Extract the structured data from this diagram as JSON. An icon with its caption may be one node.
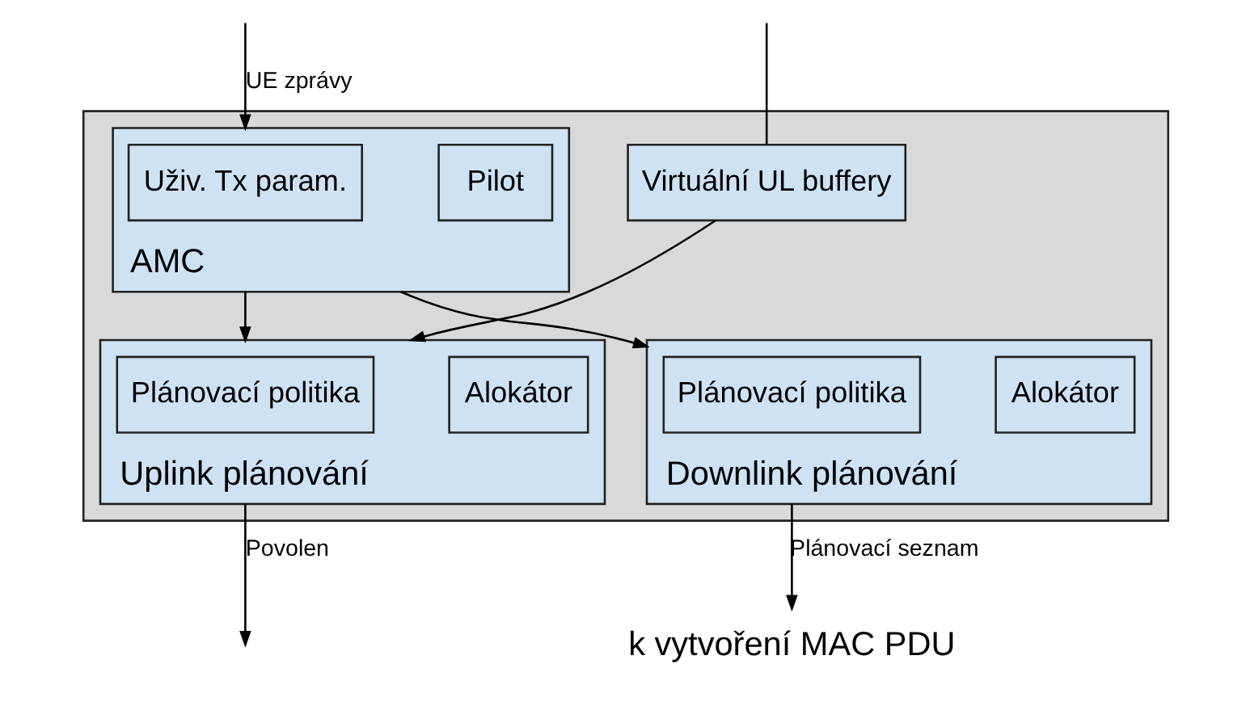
{
  "diagram": {
    "nodes": [
      {
        "text": [],
        "shape": "box"
      },
      {
        "text": [
          "AMC"
        ],
        "in": 0
      },
      {
        "text": [
          "Uživ. Tx param."
        ],
        "in": 1
      },
      {
        "text": [
          "Pilot"
        ],
        "in": 1
      },
      {
        "text": [
          "Downlink plánování"
        ],
        "in": 0
      },
      {
        "text": [
          "Plánovací politika"
        ],
        "in": 4
      },
      {
        "text": [
          "Alokátor"
        ],
        "in": 4
      },
      {
        "text": [
          "Uplink plánování"
        ],
        "in": 0
      },
      {
        "text": [
          "Plánovací politika"
        ],
        "in": 7
      },
      {
        "text": [
          "Alokátor"
        ],
        "in": 7
      },
      {
        "text": [
          "Virtuální UL buffery"
        ],
        "in": 0
      },
      {
        "text": [
          "k vytvoření MAC PDU"
        ]
      }
    ],
    "edges": [
      {
        "from": 1,
        "to": 4,
        "arrow": "to"
      },
      {
        "from": 1,
        "to": 7,
        "arrow": "to"
      },
      {
        "from": 4,
        "to": 11,
        "arrow": "to",
        "label": "Plánovací seznam"
      },
      {
        "from": null,
        "to": 1,
        "arrow": "to",
        "label": "UE zprávy"
      },
      {
        "from": null,
        "to": 10,
        "arrow": "none"
      },
      {
        "from": 10,
        "to": 7,
        "arrow": "to"
      },
      {
        "from": 7,
        "to": null,
        "arrow": "to",
        "label": "Povolen"
      }
    ]
  }
}
